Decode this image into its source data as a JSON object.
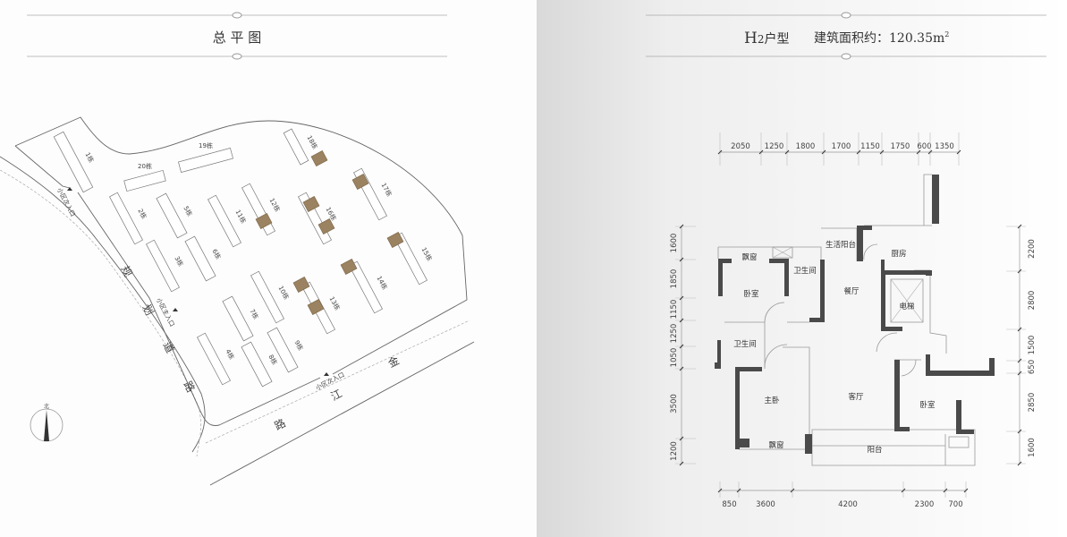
{
  "left_page": {
    "title": "总 平 图",
    "buildings": [
      "1栋",
      "2栋",
      "3栋",
      "4栋",
      "5栋",
      "6栋",
      "7栋",
      "8栋",
      "9栋",
      "10栋",
      "11栋",
      "12栋",
      "13栋",
      "14栋",
      "15栋",
      "16栋",
      "17栋",
      "18栋",
      "19栋",
      "20栋"
    ],
    "entrances": {
      "secondary_west": "小区次入口",
      "main": "小区主入口",
      "secondary_south": "小区次入口"
    },
    "roads": {
      "planned_road": [
        "规",
        "划",
        "道",
        "路"
      ],
      "jinjiang_road": [
        "金",
        "江",
        "路"
      ]
    },
    "north_label": "北",
    "highlight_color": "#9b8260"
  },
  "right_page": {
    "title_type": "H",
    "title_sub": "2",
    "title_suffix": "户型",
    "area_label": "建筑面积约：120.35m",
    "area_sup": "2",
    "rooms": {
      "bay_window_1": "飘窗",
      "bathroom_1": "卫生间",
      "utility_balcony": "生活阳台",
      "kitchen": "厨房",
      "bedroom_1": "卧室",
      "dining": "餐厅",
      "elevator": "电梯",
      "bathroom_2": "卫生间",
      "master_bedroom": "主卧",
      "living": "客厅",
      "bedroom_2": "卧室",
      "bay_window_2": "飘窗",
      "balcony": "阳台"
    },
    "dimensions": {
      "top": [
        "2050",
        "1250",
        "1800",
        "1700",
        "1150",
        "1750",
        "600",
        "1350"
      ],
      "left": [
        "1600",
        "1850",
        "1150",
        "1250",
        "1050",
        "3500",
        "1200"
      ],
      "right": [
        "2200",
        "2800",
        "1500",
        "650",
        "2850",
        "1600"
      ],
      "bottom": [
        "850",
        "3600",
        "4200",
        "2300",
        "700"
      ]
    },
    "wall_color": "#4a4a4a"
  }
}
